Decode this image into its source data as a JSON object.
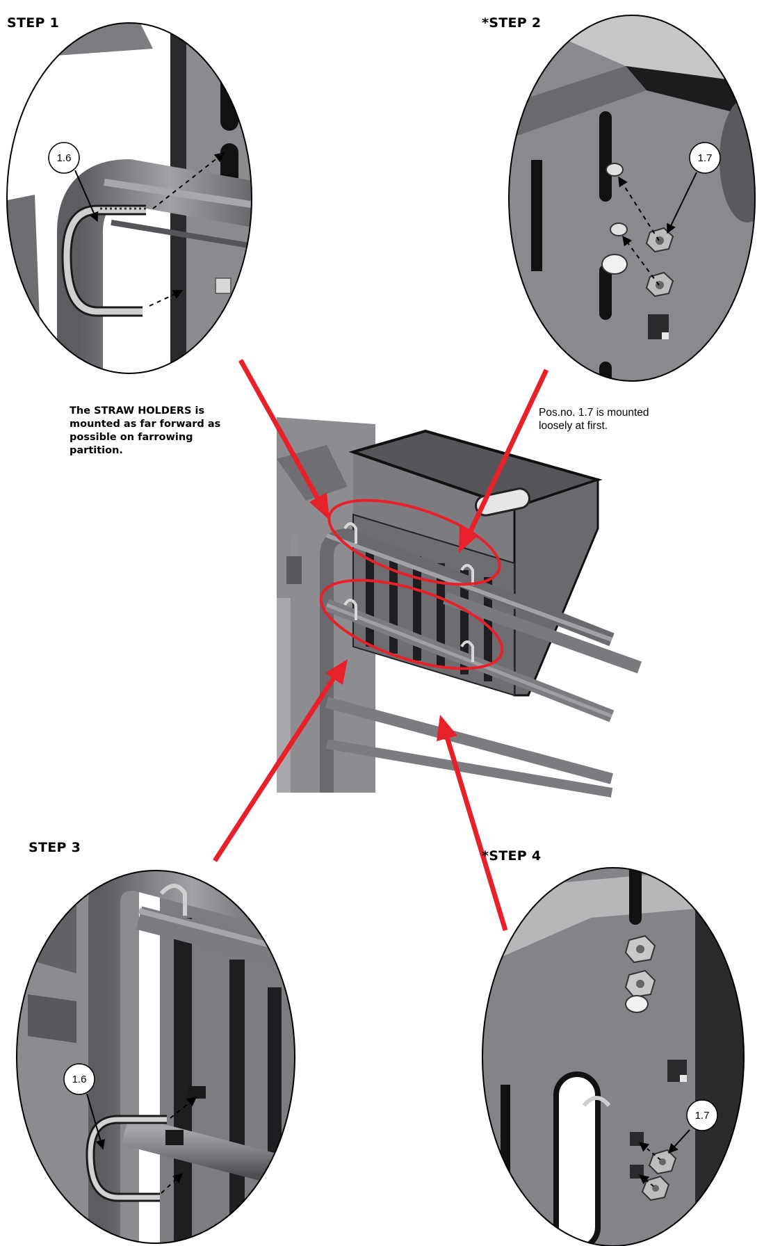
{
  "steps": [
    {
      "title": "STEP 1"
    },
    {
      "title": "*STEP 2"
    },
    {
      "title": "STEP 3"
    },
    {
      "title": "*STEP 4"
    }
  ],
  "notes": {
    "step1": "The STRAW HOLDERS is mounted as far forward as possible on farrowing partition.",
    "step2": "Pos.no. 1.7 is mounted loosely at first."
  },
  "callouts": {
    "step1": "1.6",
    "step2": "1.7",
    "step3": "1.6",
    "step4": "1.7"
  },
  "colors": {
    "arrow": "#e8202a",
    "metal": "#7a7a7e",
    "metal_dark": "#3a3a3c",
    "outline": "#000000"
  }
}
